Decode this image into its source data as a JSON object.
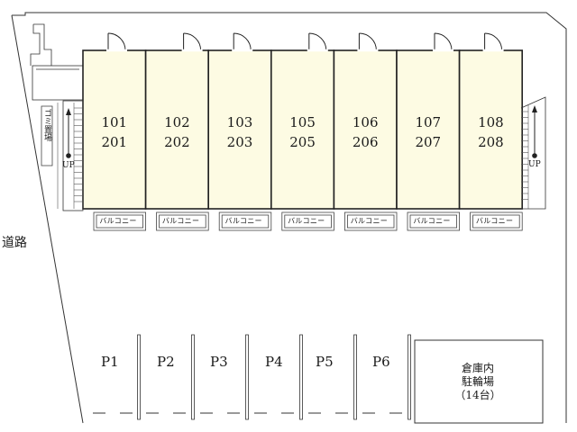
{
  "road_label": "道路",
  "units": [
    {
      "upper": "101",
      "lower": "201",
      "balcony": "バルコニー"
    },
    {
      "upper": "102",
      "lower": "202",
      "balcony": "バルコニー"
    },
    {
      "upper": "103",
      "lower": "203",
      "balcony": "バルコニー"
    },
    {
      "upper": "105",
      "lower": "205",
      "balcony": "バルコニー"
    },
    {
      "upper": "106",
      "lower": "206",
      "balcony": "バルコニー"
    },
    {
      "upper": "107",
      "lower": "207",
      "balcony": "バルコニー"
    },
    {
      "upper": "108",
      "lower": "208",
      "balcony": "バルコニー"
    }
  ],
  "stairs": {
    "left_label": "UP",
    "right_label": "UP"
  },
  "left_storage_label": "ゴミ置場",
  "parking": [
    "P1",
    "P2",
    "P3",
    "P4",
    "P5",
    "P6"
  ],
  "storage": {
    "line1": "倉庫内",
    "line2": "駐輪場",
    "line3": "（14台）"
  },
  "colors": {
    "unit_fill": "#fdfbe3",
    "line": "#222222"
  }
}
